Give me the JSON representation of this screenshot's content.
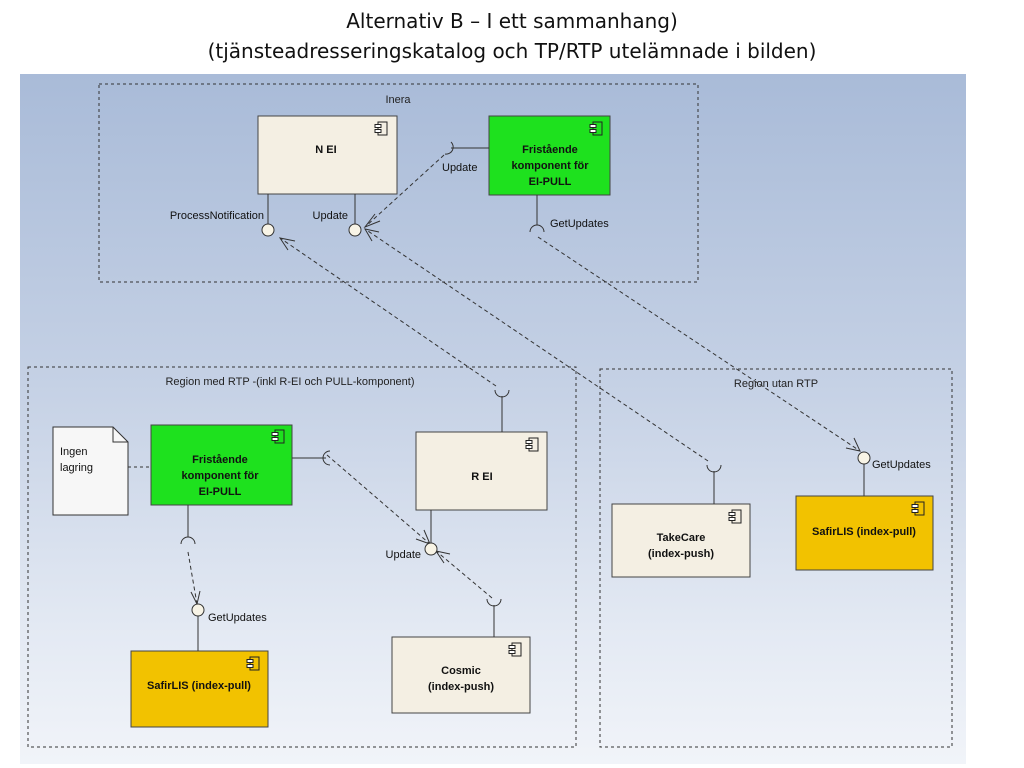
{
  "slide": {
    "title_line1": "Alternativ B – I ett sammanhang)",
    "title_line2": "(tjänsteadresseringskatalog och TP/RTP utelämnade i bilden)"
  },
  "containers": {
    "inera": "Inera",
    "region_rtp": "Region med RTP -(inkl R-EI och PULL-komponent)",
    "region_no_rtp": "Region utan RTP"
  },
  "components": {
    "nei": [
      "N EI"
    ],
    "fk_inera": [
      "Fristående",
      "komponent för",
      "EI-PULL"
    ],
    "fk_region": [
      "Fristående",
      "komponent för",
      "EI-PULL"
    ],
    "rei": [
      "R EI"
    ],
    "safir_left": [
      "SafirLIS (index-pull)"
    ],
    "cosmic": [
      "Cosmic",
      "(index-push)"
    ],
    "takecare": [
      "TakeCare",
      "(index-push)"
    ],
    "safir_right": [
      "SafirLIS (index-pull)"
    ]
  },
  "ports": {
    "process_notification": "ProcessNotification",
    "update_nei": "Update",
    "update_fk": "Update",
    "getupdates_fk": "GetUpdates",
    "update_rei": "Update",
    "getupdates_region": "GetUpdates",
    "getupdates_right": "GetUpdates"
  },
  "note": [
    "Ingen",
    "lagring"
  ],
  "colors": {
    "canvas_top": "#a9bbd8",
    "component_fill": "#f4efe3",
    "pull_component_fill": "#1ee11e",
    "safir_fill": "#f2c200",
    "interface_fill": "#f8f4e6",
    "line": "#333333"
  }
}
